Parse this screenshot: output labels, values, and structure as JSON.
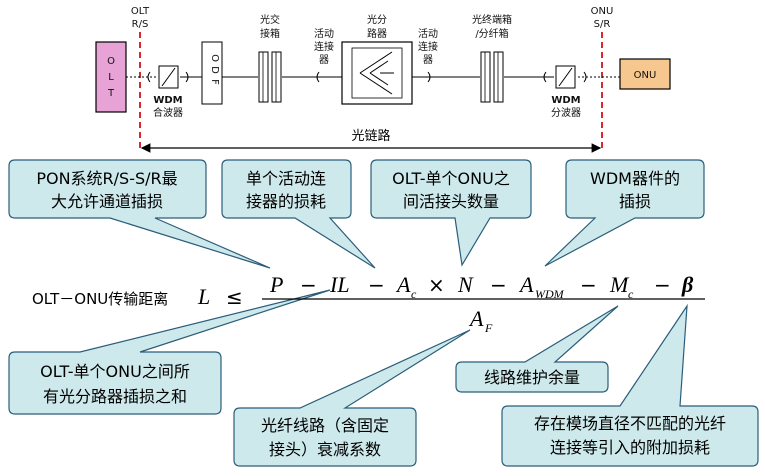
{
  "top": {
    "olt_top_label": "OLT",
    "olt_rs_label": "R/S",
    "onu_top_label": "ONU",
    "onu_sr_label": "S/R",
    "olt_box_chars": [
      "O",
      "L",
      "T"
    ],
    "onu_box_label": "ONU",
    "odf_chars": [
      "O",
      "D",
      "F"
    ],
    "wdm_left": [
      "WDM",
      "合波器"
    ],
    "wdm_right": [
      "WDM",
      "分波器"
    ],
    "cross_box": [
      "光交",
      "接箱"
    ],
    "connector_a": [
      "活动",
      "连接",
      "器"
    ],
    "splitter": [
      "光分",
      "路器"
    ],
    "connector_b": [
      "活动",
      "连接",
      "器"
    ],
    "terminal_box": [
      "光终端箱",
      "/分纤箱"
    ],
    "link_label": "光链路"
  },
  "equation": {
    "label": "OLT－ONU传输距离",
    "lhs": "L",
    "leq": "≤",
    "P": "P",
    "IL": "IL",
    "A": "A",
    "A_sub_c": "c",
    "times": "×",
    "N": "N",
    "A_sub_wdm": "WDM",
    "M": "M",
    "M_sub_c": "c",
    "beta": "β",
    "minus": "−",
    "AF": "A",
    "AF_sub": "F"
  },
  "callouts": {
    "pon": [
      "PON系统R/S-S/R最",
      "大允许通道插损"
    ],
    "conn": [
      "单个活动连",
      "接器的损耗"
    ],
    "num": [
      "OLT-单个ONU之",
      "间活接头数量"
    ],
    "wdm": [
      "WDM器件的",
      "插损"
    ],
    "split": [
      "OLT-单个ONU之间所",
      "有光分路器插损之和"
    ],
    "fiber": [
      "光纤线路（含固定",
      "接头）衰减系数"
    ],
    "margin": [
      "线路维护余量"
    ],
    "mode": [
      "存在模场直径不匹配的光纤",
      "连接等引入的附加损耗"
    ]
  },
  "colors": {
    "olt_fill": "#e7a3d6",
    "onu_fill": "#f6c78f",
    "callout_fill": "#cde9ec",
    "callout_stroke": "#2b5d7a",
    "rs_line": "#d6282e"
  }
}
